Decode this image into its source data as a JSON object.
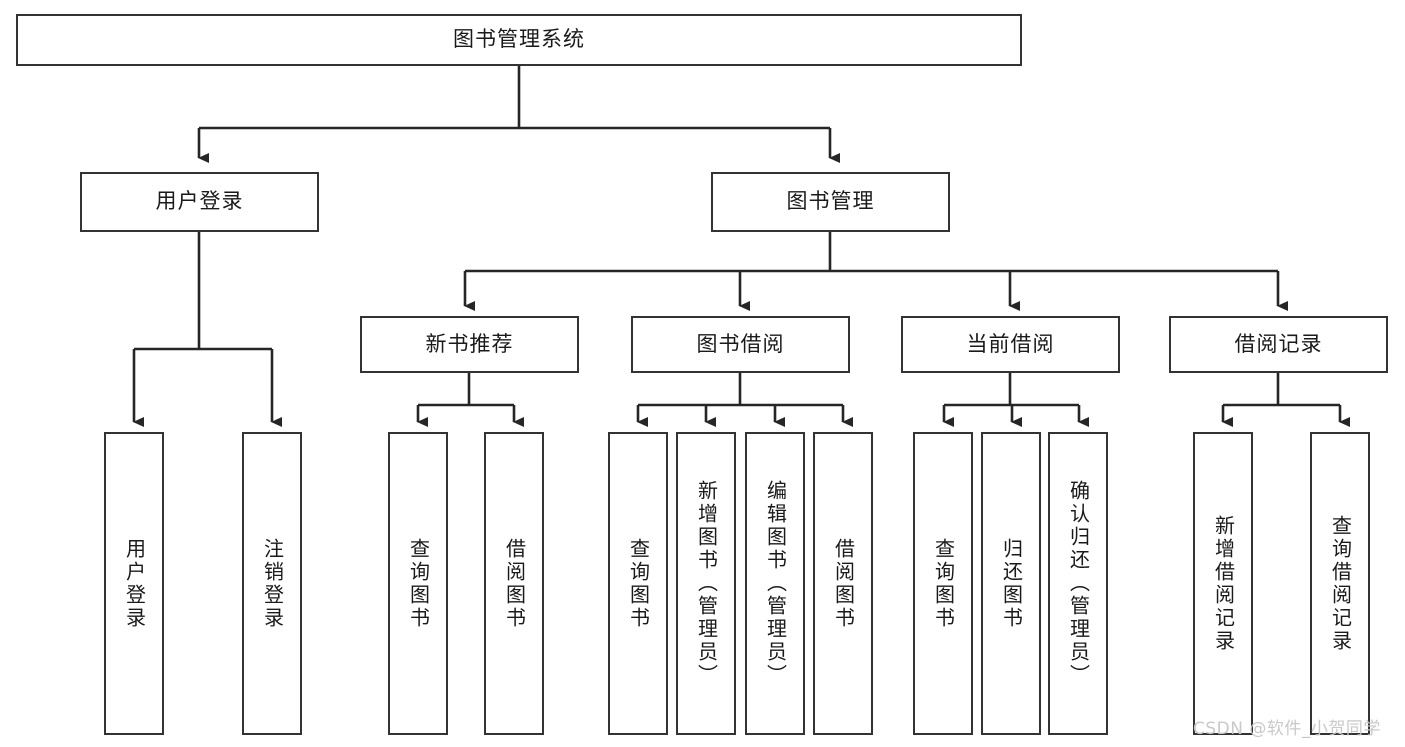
{
  "diagram": {
    "title": "图书管理系统",
    "type": "tree-hierarchy",
    "watermark": "CSDN @软件_小贺同学",
    "colors": {
      "background": "#ffffff",
      "box_border": "#333333",
      "box_fill": "#ffffff",
      "text": "#1a1a1a",
      "connector": "#262626",
      "watermark": "#c9c9c9"
    },
    "root": {
      "label": "图书管理系统"
    },
    "level2": [
      {
        "label": "用户登录"
      },
      {
        "label": "图书管理"
      }
    ],
    "level3": [
      {
        "label": "新书推荐"
      },
      {
        "label": "图书借阅"
      },
      {
        "label": "当前借阅"
      },
      {
        "label": "借阅记录"
      }
    ],
    "leaves": {
      "user_login": [
        {
          "label": "用户登录"
        },
        {
          "label": "注销登录"
        }
      ],
      "new_book_recommend": [
        {
          "label": "查询图书"
        },
        {
          "label": "借阅图书"
        }
      ],
      "book_borrow": [
        {
          "label": "查询图书"
        },
        {
          "label": "新增图书（管理员）"
        },
        {
          "label": "编辑图书（管理员）"
        },
        {
          "label": "借阅图书"
        }
      ],
      "current_borrow": [
        {
          "label": "查询图书"
        },
        {
          "label": "归还图书"
        },
        {
          "label": "确认归还（管理员）"
        }
      ],
      "borrow_record": [
        {
          "label": "新增借阅记录"
        },
        {
          "label": "查询借阅记录"
        }
      ]
    }
  }
}
